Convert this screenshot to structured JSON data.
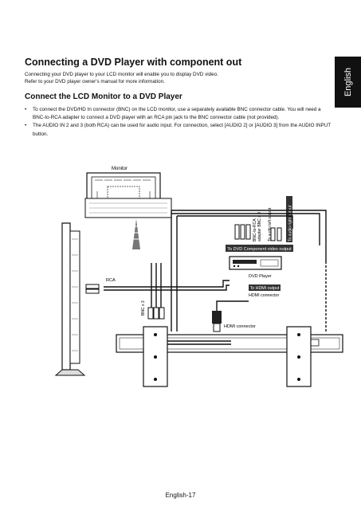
{
  "side_tab": {
    "label": "English"
  },
  "section1": {
    "title": "Connecting a DVD Player with component out",
    "lines": [
      "Connecting your DVD player to your LCD monitor will enable you to display DVD video.",
      "Refer to your DVD player owner's manual for more information."
    ]
  },
  "section2": {
    "title": "Connect the LCD Monitor to a DVD Player",
    "bullets": [
      "To connect the DVD/HD In connector (BNC) on the LCD monitor, use a separately available BNC connector cable.  You will need a BNC-to-RCA adapter to connect a DVD player with an RCA pin jack to the BNC connector cable (not provided).",
      "The AUDIO IN 2  and 3 (both RCA) can be used for audio input.  For connection, select [AUDIO 2] or [AUDIO 3] from the AUDIO INPUT button."
    ]
  },
  "diagram": {
    "monitor": "Monitor",
    "rca": "RCA",
    "bnc_x3": "BNC x 3",
    "bnc_rca_adapter_line1": "BNC-to-RCA",
    "bnc_rca_adapter_line2": "adapter BNC x 3",
    "audio_left": "To audio left output",
    "audio_right": "To audio right output",
    "component_out": "To DVD Component video output",
    "dvd_player": "DVD Player",
    "hdmi_out": "To HDMI output",
    "hdmi_connector_dvd": "HDMI connector",
    "hdmi_connector_monitor": "HDMI connector"
  },
  "footer": {
    "page": "English-17"
  }
}
